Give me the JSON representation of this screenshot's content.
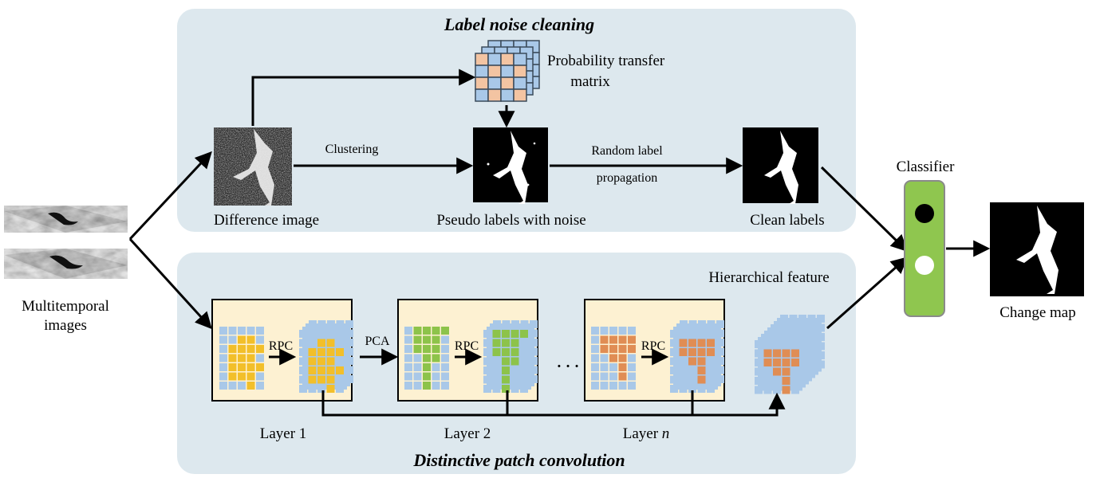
{
  "panels": {
    "top_title": "Label noise cleaning",
    "bottom_title": "Distinctive patch convolution"
  },
  "inputs": {
    "label_line1": "Multitemporal",
    "label_line2": "images"
  },
  "top": {
    "matrix_label_line1": "Probability transfer",
    "matrix_label_line2": "matrix",
    "clustering": "Clustering",
    "propagation_line1": "Random label",
    "propagation_line2": "propagation",
    "difference_image": "Difference image",
    "pseudo_labels": "Pseudo labels with noise",
    "clean_labels": "Clean labels"
  },
  "bottom": {
    "rpc": "RPC",
    "pca": "PCA",
    "ellipsis": "· · ·",
    "layer1": "Layer 1",
    "layer2": "Layer 2",
    "layer_n_prefix": "Layer",
    "layer_n_var": "n",
    "hierarchical_feature": "Hierarchical feature"
  },
  "output": {
    "classifier": "Classifier",
    "change_map": "Change map"
  },
  "colors": {
    "panel_bg": "#dde8ee",
    "layer_box": "#fdf1d2",
    "grid_cell": "#a9c8e8",
    "grid_stroke": "#ffffff",
    "yellow": "#f2bf2a",
    "green": "#8dc34a",
    "orange": "#e08d54",
    "matrix_blue": "#a9c8e8",
    "matrix_peach": "#f3c4a2",
    "classifier": "#8fc64f"
  }
}
